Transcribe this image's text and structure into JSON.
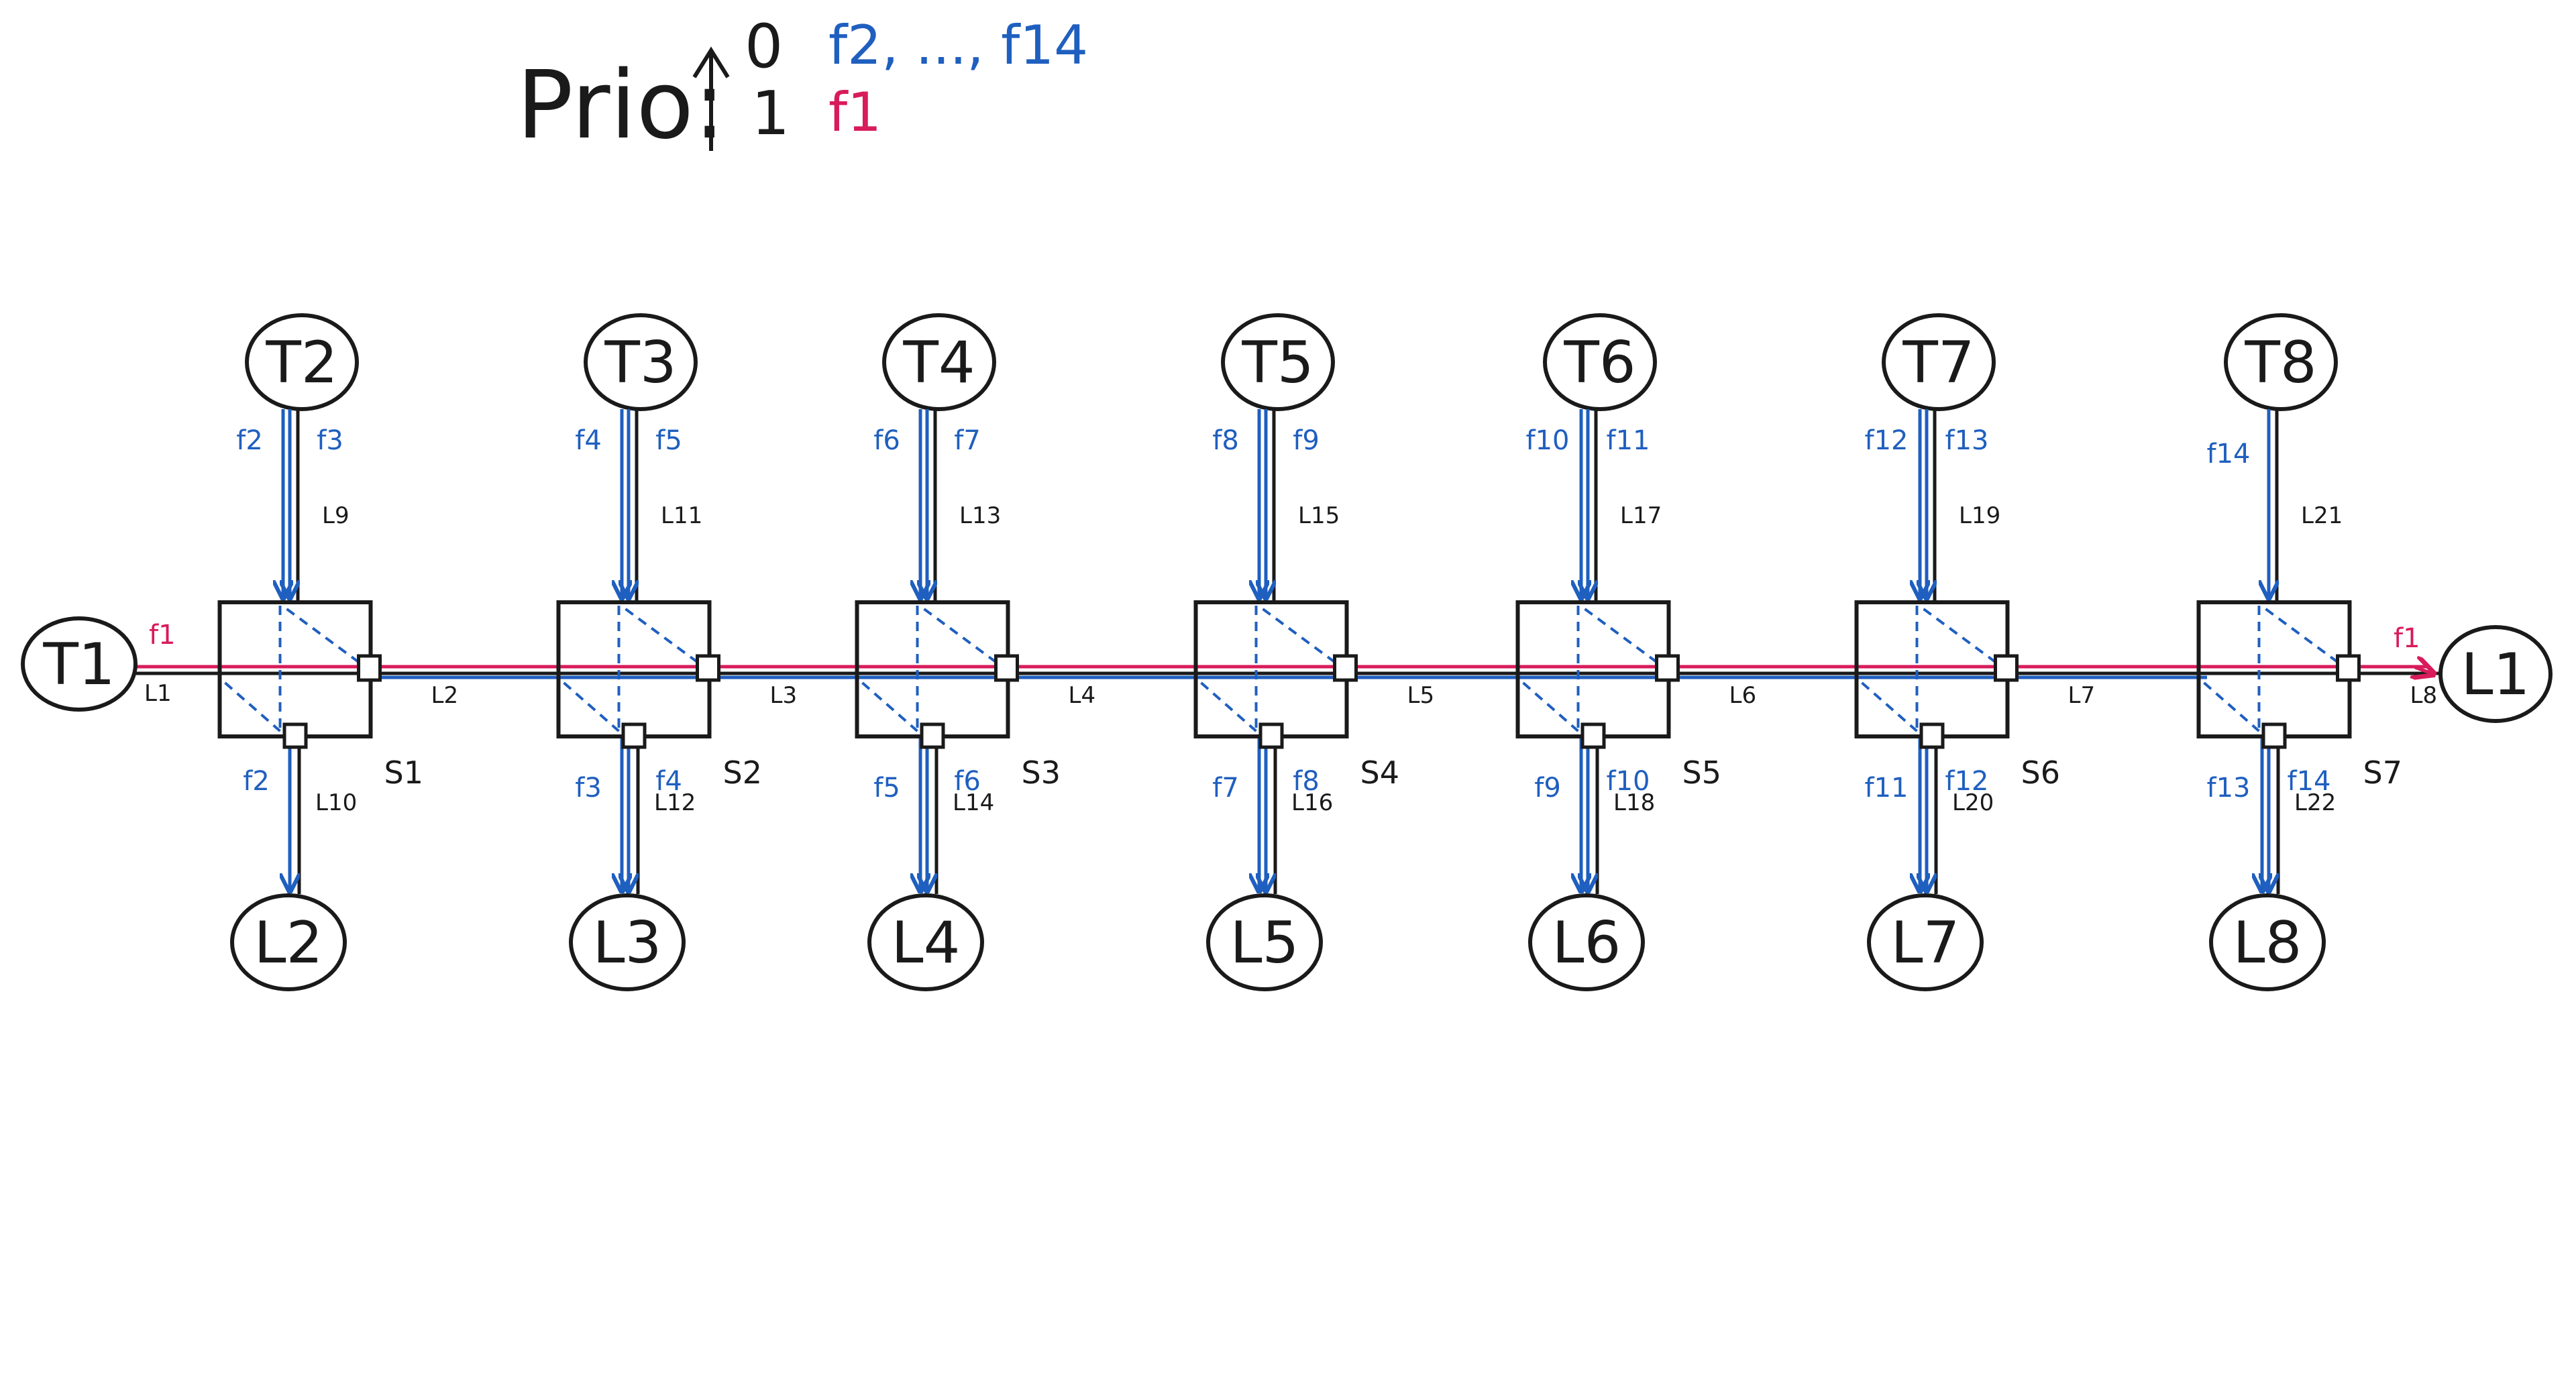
{
  "legend": {
    "prio_label": "Prio:",
    "level_0": "0",
    "level_1": "1",
    "flows_low": "f2, ..., f14",
    "flows_high": "f1"
  },
  "colors": {
    "blue": "#1f5fbf",
    "red": "#d81b5a",
    "ink": "#1a1a1a"
  },
  "switches": [
    {
      "label": "S1",
      "in_link": "L1",
      "out_link": "L2",
      "top_node": "T2",
      "top_link": "L9",
      "top_flows": [
        "f2",
        "f3"
      ],
      "bottom_node": "L2",
      "bottom_link": "L10",
      "bottom_flows": [
        "f2"
      ]
    },
    {
      "label": "S2",
      "in_link": "L2",
      "out_link": "L3",
      "top_node": "T3",
      "top_link": "L11",
      "top_flows": [
        "f4",
        "f5"
      ],
      "bottom_node": "L3",
      "bottom_link": "L12",
      "bottom_flows": [
        "f3",
        "f4"
      ]
    },
    {
      "label": "S3",
      "in_link": "L3",
      "out_link": "L4",
      "top_node": "T4",
      "top_link": "L13",
      "top_flows": [
        "f6",
        "f7"
      ],
      "bottom_node": "L4",
      "bottom_link": "L14",
      "bottom_flows": [
        "f5",
        "f6"
      ]
    },
    {
      "label": "S4",
      "in_link": "L4",
      "out_link": "L5",
      "top_node": "T5",
      "top_link": "L15",
      "top_flows": [
        "f8",
        "f9"
      ],
      "bottom_node": "L5",
      "bottom_link": "L16",
      "bottom_flows": [
        "f7",
        "f8"
      ]
    },
    {
      "label": "S5",
      "in_link": "L5",
      "out_link": "L6",
      "top_node": "T6",
      "top_link": "L17",
      "top_flows": [
        "f10",
        "f11"
      ],
      "bottom_node": "L6",
      "bottom_link": "L18",
      "bottom_flows": [
        "f9",
        "f10"
      ]
    },
    {
      "label": "S6",
      "in_link": "L6",
      "out_link": "L7",
      "top_node": "T7",
      "top_link": "L19",
      "top_flows": [
        "f12",
        "f13"
      ],
      "bottom_node": "L7",
      "bottom_link": "L20",
      "bottom_flows": [
        "f11",
        "f12"
      ]
    },
    {
      "label": "S7",
      "in_link": "L7",
      "out_link": "L8",
      "top_node": "T8",
      "top_link": "L21",
      "top_flows": [
        "f14"
      ],
      "bottom_node": "L8",
      "bottom_link": "L22",
      "bottom_flows": [
        "f13",
        "f14"
      ]
    }
  ],
  "source_node": "T1",
  "sink_node": "L1",
  "source_flow": "f1",
  "sink_flow": "f1"
}
